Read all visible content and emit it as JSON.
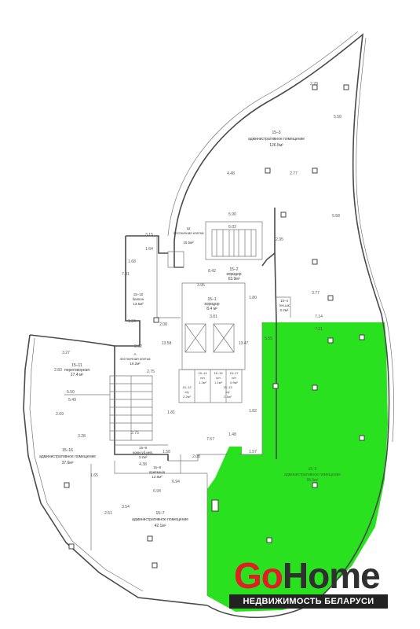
{
  "colors": {
    "highlight": "#29e11f",
    "walls": "#4a4a4a",
    "brand_red": "#e01e25",
    "brand_dark": "#2f2f2f"
  },
  "rooms": {
    "r15_3": {
      "num": "15–3",
      "name": "административное помещение",
      "area": "126.5м²"
    },
    "r15_2": {
      "num": "15–2",
      "name": "коридор",
      "area": "63.9м²"
    },
    "r15_1": {
      "num": "15–1",
      "name": "коридор",
      "area": "8.4 м²"
    },
    "r15_4": {
      "num": "15–4",
      "name": "тех.шк",
      "area": "0.2м²"
    },
    "r15_b_top": {
      "num": "Ш",
      "name": "лестничная клетка",
      "area": "15.5м²"
    },
    "r15_10": {
      "num": "15–10",
      "name": "балкон",
      "area": "13.5м²"
    },
    "r15_11": {
      "num": "15–11",
      "name": "переговорная",
      "area": "17.4 м²"
    },
    "r15_a": {
      "num": "А",
      "name": "лестничная клетка",
      "area": "19.2м²"
    },
    "r15_9": {
      "num": "15–9",
      "name": "комн.уб.инв.",
      "area": "3.2м²"
    },
    "r15_8": {
      "num": "15–8",
      "name": "приёмная",
      "area": "12.8м²"
    },
    "r15_7": {
      "num": "15–7",
      "name": "административное помещение",
      "area": "42.1м²"
    },
    "r15_16": {
      "num": "15–16",
      "name": "административное помещение",
      "area": "37.6м²"
    },
    "r15_5": {
      "num": "15–5",
      "name": "административное помещение",
      "area": "95.5м²"
    },
    "r15_12": {
      "num": "15–12",
      "name": "с/у",
      "area": "2.2м²"
    },
    "r15_13": {
      "num": "15–13",
      "name": "с/у",
      "area": "2.1м²"
    },
    "r15_14": {
      "num": "15–14",
      "name": "п/п",
      "area": "1.2м²"
    },
    "r15_15": {
      "num": "15–15",
      "name": "п/п",
      "area": "1.1м²"
    },
    "r15_17": {
      "num": "15–17",
      "name": "п/п",
      "area": "0.9м²"
    }
  },
  "dims": {
    "d1": "2.78",
    "d2": "5.58",
    "d3": "4.48",
    "d4": "2.77",
    "d5": "5.90",
    "d6": "5.58",
    "d7": "6.02",
    "d8": "3.15",
    "d9": "1.64",
    "d10": "2.95",
    "d11": "1.68",
    "d12": "8.42",
    "d13": "3.77",
    "d14": "3.95",
    "d15": "1.80",
    "d16": "3.81",
    "d17": "7.14",
    "d18": "2.08",
    "d19": "3.27",
    "d20": "2.83",
    "d21": "5.50",
    "d22": "5.49",
    "d23": "2.69",
    "d24": "3.28",
    "d25": "2.92",
    "d26": "2.75",
    "d27": "1.81",
    "d28": "1.82",
    "d29": "7.57",
    "d30": "1.57",
    "d31": "1.58",
    "d32": "2.08",
    "d33": "4.38",
    "d34": "6.94",
    "d35": "6.94",
    "d36": "3.54",
    "d37": "2.51",
    "d38": "2.75",
    "d39": "1.48",
    "d40": "13.58",
    "d41": "13.47",
    "d42": "5.55",
    "d43": "7.01",
    "d44": "1.34",
    "d45": "7.21",
    "d46": "1.65"
  },
  "logo": {
    "word_go": "Go",
    "word_home": "Home",
    "subtitle": "НЕДВИЖИМОСТЬ БЕЛАРУСИ"
  }
}
